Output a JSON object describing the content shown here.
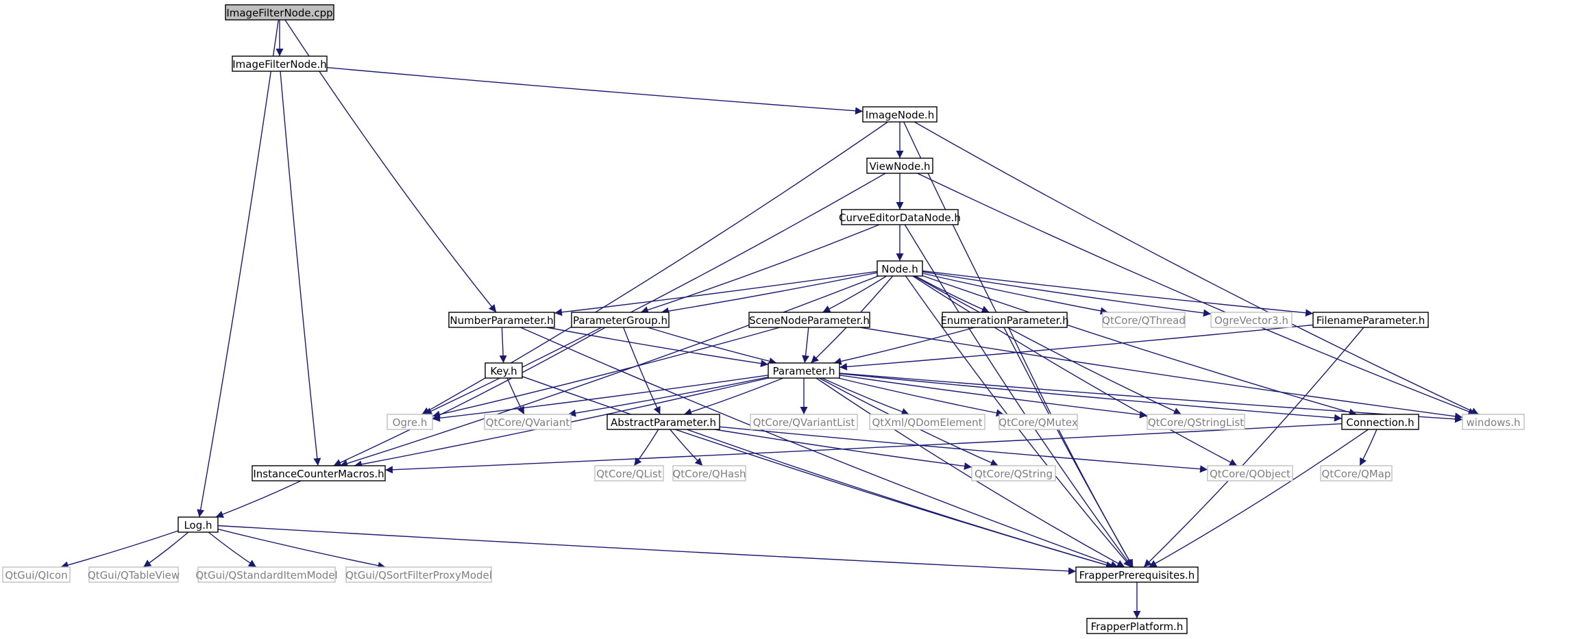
{
  "colors": {
    "edge": "#191970",
    "node_border": "#000000",
    "node_text": "#000000",
    "root_fill": "#bfbfbf",
    "external_border": "#bfbfbf",
    "external_text": "#7f7f7f"
  },
  "nodes": [
    {
      "id": "imagefilternode-cpp",
      "label": "ImageFilterNode.cpp",
      "kind": "root"
    },
    {
      "id": "imagefilternode-h",
      "label": "ImageFilterNode.h",
      "kind": "local"
    },
    {
      "id": "imagenode-h",
      "label": "ImageNode.h",
      "kind": "local"
    },
    {
      "id": "viewnode-h",
      "label": "ViewNode.h",
      "kind": "local"
    },
    {
      "id": "curveeditordatanode-h",
      "label": "CurveEditorDataNode.h",
      "kind": "local"
    },
    {
      "id": "node-h",
      "label": "Node.h",
      "kind": "local"
    },
    {
      "id": "numberparameter-h",
      "label": "NumberParameter.h",
      "kind": "local"
    },
    {
      "id": "parametergroup-h",
      "label": "ParameterGroup.h",
      "kind": "local"
    },
    {
      "id": "scenenodeparameter-h",
      "label": "SceneNodeParameter.h",
      "kind": "local"
    },
    {
      "id": "enumerationparameter-h",
      "label": "EnumerationParameter.h",
      "kind": "local"
    },
    {
      "id": "qtcore-qthread",
      "label": "QtCore/QThread",
      "kind": "external"
    },
    {
      "id": "ogrevector3-h",
      "label": "OgreVector3.h",
      "kind": "external"
    },
    {
      "id": "filenameparameter-h",
      "label": "FilenameParameter.h",
      "kind": "local"
    },
    {
      "id": "key-h",
      "label": "Key.h",
      "kind": "local"
    },
    {
      "id": "parameter-h",
      "label": "Parameter.h",
      "kind": "local"
    },
    {
      "id": "ogre-h",
      "label": "Ogre.h",
      "kind": "external"
    },
    {
      "id": "qtcore-qvariant",
      "label": "QtCore/QVariant",
      "kind": "external"
    },
    {
      "id": "abstractparameter-h",
      "label": "AbstractParameter.h",
      "kind": "local"
    },
    {
      "id": "qtcore-qvariantlist",
      "label": "QtCore/QVariantList",
      "kind": "external"
    },
    {
      "id": "qtxml-qdomelement",
      "label": "QtXml/QDomElement",
      "kind": "external"
    },
    {
      "id": "qtcore-qmutex",
      "label": "QtCore/QMutex",
      "kind": "external"
    },
    {
      "id": "qtcore-qstringlist",
      "label": "QtCore/QStringList",
      "kind": "external"
    },
    {
      "id": "connection-h",
      "label": "Connection.h",
      "kind": "local"
    },
    {
      "id": "windows-h",
      "label": "windows.h",
      "kind": "external"
    },
    {
      "id": "instancecountermacros-h",
      "label": "InstanceCounterMacros.h",
      "kind": "local"
    },
    {
      "id": "qtcore-qlist",
      "label": "QtCore/QList",
      "kind": "external"
    },
    {
      "id": "qtcore-qhash",
      "label": "QtCore/QHash",
      "kind": "external"
    },
    {
      "id": "qtcore-qstring",
      "label": "QtCore/QString",
      "kind": "external"
    },
    {
      "id": "qtcore-qobject",
      "label": "QtCore/QObject",
      "kind": "external"
    },
    {
      "id": "qtcore-qmap",
      "label": "QtCore/QMap",
      "kind": "external"
    },
    {
      "id": "log-h",
      "label": "Log.h",
      "kind": "local"
    },
    {
      "id": "qtgui-qicon",
      "label": "QtGui/QIcon",
      "kind": "external"
    },
    {
      "id": "qtgui-qtableview",
      "label": "QtGui/QTableView",
      "kind": "external"
    },
    {
      "id": "qtgui-qstandarditemmodel",
      "label": "QtGui/QStandardItemModel",
      "kind": "external"
    },
    {
      "id": "qtgui-qsortfilterproxymodel",
      "label": "QtGui/QSortFilterProxyModel",
      "kind": "external"
    },
    {
      "id": "frapperprerequisites-h",
      "label": "FrapperPrerequisites.h",
      "kind": "local"
    },
    {
      "id": "frapperplatform-h",
      "label": "FrapperPlatform.h",
      "kind": "local"
    }
  ],
  "edges": [
    [
      "imagefilternode-cpp",
      "imagefilternode-h"
    ],
    [
      "imagefilternode-cpp",
      "numberparameter-h"
    ],
    [
      "imagefilternode-cpp",
      "log-h"
    ],
    [
      "imagefilternode-h",
      "imagenode-h"
    ],
    [
      "imagefilternode-h",
      "instancecountermacros-h"
    ],
    [
      "imagenode-h",
      "viewnode-h"
    ],
    [
      "imagenode-h",
      "ogre-h"
    ],
    [
      "imagenode-h",
      "windows-h"
    ],
    [
      "imagenode-h",
      "frapperprerequisites-h"
    ],
    [
      "viewnode-h",
      "curveeditordatanode-h"
    ],
    [
      "viewnode-h",
      "ogre-h"
    ],
    [
      "viewnode-h",
      "windows-h"
    ],
    [
      "curveeditordatanode-h",
      "node-h"
    ],
    [
      "curveeditordatanode-h",
      "parametergroup-h"
    ],
    [
      "curveeditordatanode-h",
      "frapperprerequisites-h"
    ],
    [
      "node-h",
      "numberparameter-h"
    ],
    [
      "node-h",
      "parametergroup-h"
    ],
    [
      "node-h",
      "scenenodeparameter-h"
    ],
    [
      "node-h",
      "enumerationparameter-h"
    ],
    [
      "node-h",
      "qtcore-qthread"
    ],
    [
      "node-h",
      "ogrevector3-h"
    ],
    [
      "node-h",
      "filenameparameter-h"
    ],
    [
      "node-h",
      "parameter-h"
    ],
    [
      "node-h",
      "connection-h"
    ],
    [
      "node-h",
      "instancecountermacros-h"
    ],
    [
      "node-h",
      "frapperprerequisites-h"
    ],
    [
      "node-h",
      "qtcore-qstringlist"
    ],
    [
      "node-h",
      "qtcore-qobject"
    ],
    [
      "numberparameter-h",
      "key-h"
    ],
    [
      "numberparameter-h",
      "parameter-h"
    ],
    [
      "numberparameter-h",
      "frapperprerequisites-h"
    ],
    [
      "parametergroup-h",
      "parameter-h"
    ],
    [
      "parametergroup-h",
      "abstractparameter-h"
    ],
    [
      "parametergroup-h",
      "instancecountermacros-h"
    ],
    [
      "scenenodeparameter-h",
      "parameter-h"
    ],
    [
      "scenenodeparameter-h",
      "ogre-h"
    ],
    [
      "scenenodeparameter-h",
      "windows-h"
    ],
    [
      "enumerationparameter-h",
      "parameter-h"
    ],
    [
      "enumerationparameter-h",
      "frapperprerequisites-h"
    ],
    [
      "filenameparameter-h",
      "parameter-h"
    ],
    [
      "filenameparameter-h",
      "frapperprerequisites-h"
    ],
    [
      "key-h",
      "qtcore-qvariant"
    ],
    [
      "key-h",
      "frapperprerequisites-h"
    ],
    [
      "parameter-h",
      "ogre-h"
    ],
    [
      "parameter-h",
      "qtcore-qvariant"
    ],
    [
      "parameter-h",
      "abstractparameter-h"
    ],
    [
      "parameter-h",
      "qtcore-qvariantlist"
    ],
    [
      "parameter-h",
      "qtxml-qdomelement"
    ],
    [
      "parameter-h",
      "qtcore-qmutex"
    ],
    [
      "parameter-h",
      "qtcore-qstringlist"
    ],
    [
      "parameter-h",
      "connection-h"
    ],
    [
      "parameter-h",
      "windows-h"
    ],
    [
      "parameter-h",
      "instancecountermacros-h"
    ],
    [
      "parameter-h",
      "qtcore-qstring"
    ],
    [
      "parameter-h",
      "frapperprerequisites-h"
    ],
    [
      "abstractparameter-h",
      "qtcore-qlist"
    ],
    [
      "abstractparameter-h",
      "qtcore-qhash"
    ],
    [
      "abstractparameter-h",
      "qtcore-qstring"
    ],
    [
      "abstractparameter-h",
      "qtcore-qobject"
    ],
    [
      "abstractparameter-h",
      "frapperprerequisites-h"
    ],
    [
      "connection-h",
      "qtcore-qmap"
    ],
    [
      "connection-h",
      "instancecountermacros-h"
    ],
    [
      "connection-h",
      "frapperprerequisites-h"
    ],
    [
      "instancecountermacros-h",
      "log-h"
    ],
    [
      "log-h",
      "qtgui-qicon"
    ],
    [
      "log-h",
      "qtgui-qtableview"
    ],
    [
      "log-h",
      "qtgui-qstandarditemmodel"
    ],
    [
      "log-h",
      "qtgui-qsortfilterproxymodel"
    ],
    [
      "log-h",
      "frapperprerequisites-h"
    ],
    [
      "frapperprerequisites-h",
      "frapperplatform-h"
    ]
  ]
}
